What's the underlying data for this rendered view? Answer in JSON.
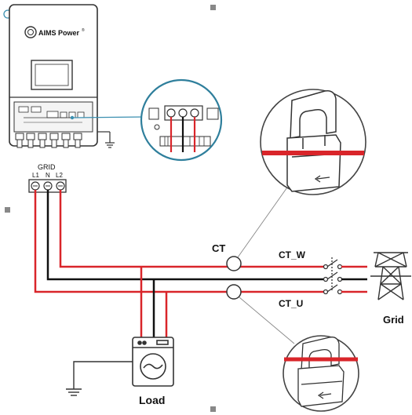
{
  "brand": {
    "name": "AIMS Power",
    "registered_mark": "®"
  },
  "labels": {
    "grid_header": "GRID",
    "terminal_l1": "L1",
    "terminal_n": "N",
    "terminal_l2": "L2",
    "ct_main": "CT",
    "ct_w": "CT_W",
    "ct_u": "CT_U",
    "grid": "Grid",
    "load": "Load"
  },
  "colors": {
    "hot_wire": "#d9252a",
    "neutral_wire": "#111111",
    "outline": "#333333",
    "callout": "#3a8fb0",
    "panel_fill": "#f4f4f4"
  },
  "icons": [
    "inverter-icon",
    "transmission-tower-icon",
    "washing-machine-icon",
    "ground-icon",
    "ct-clamp-icon",
    "switch-icon"
  ]
}
